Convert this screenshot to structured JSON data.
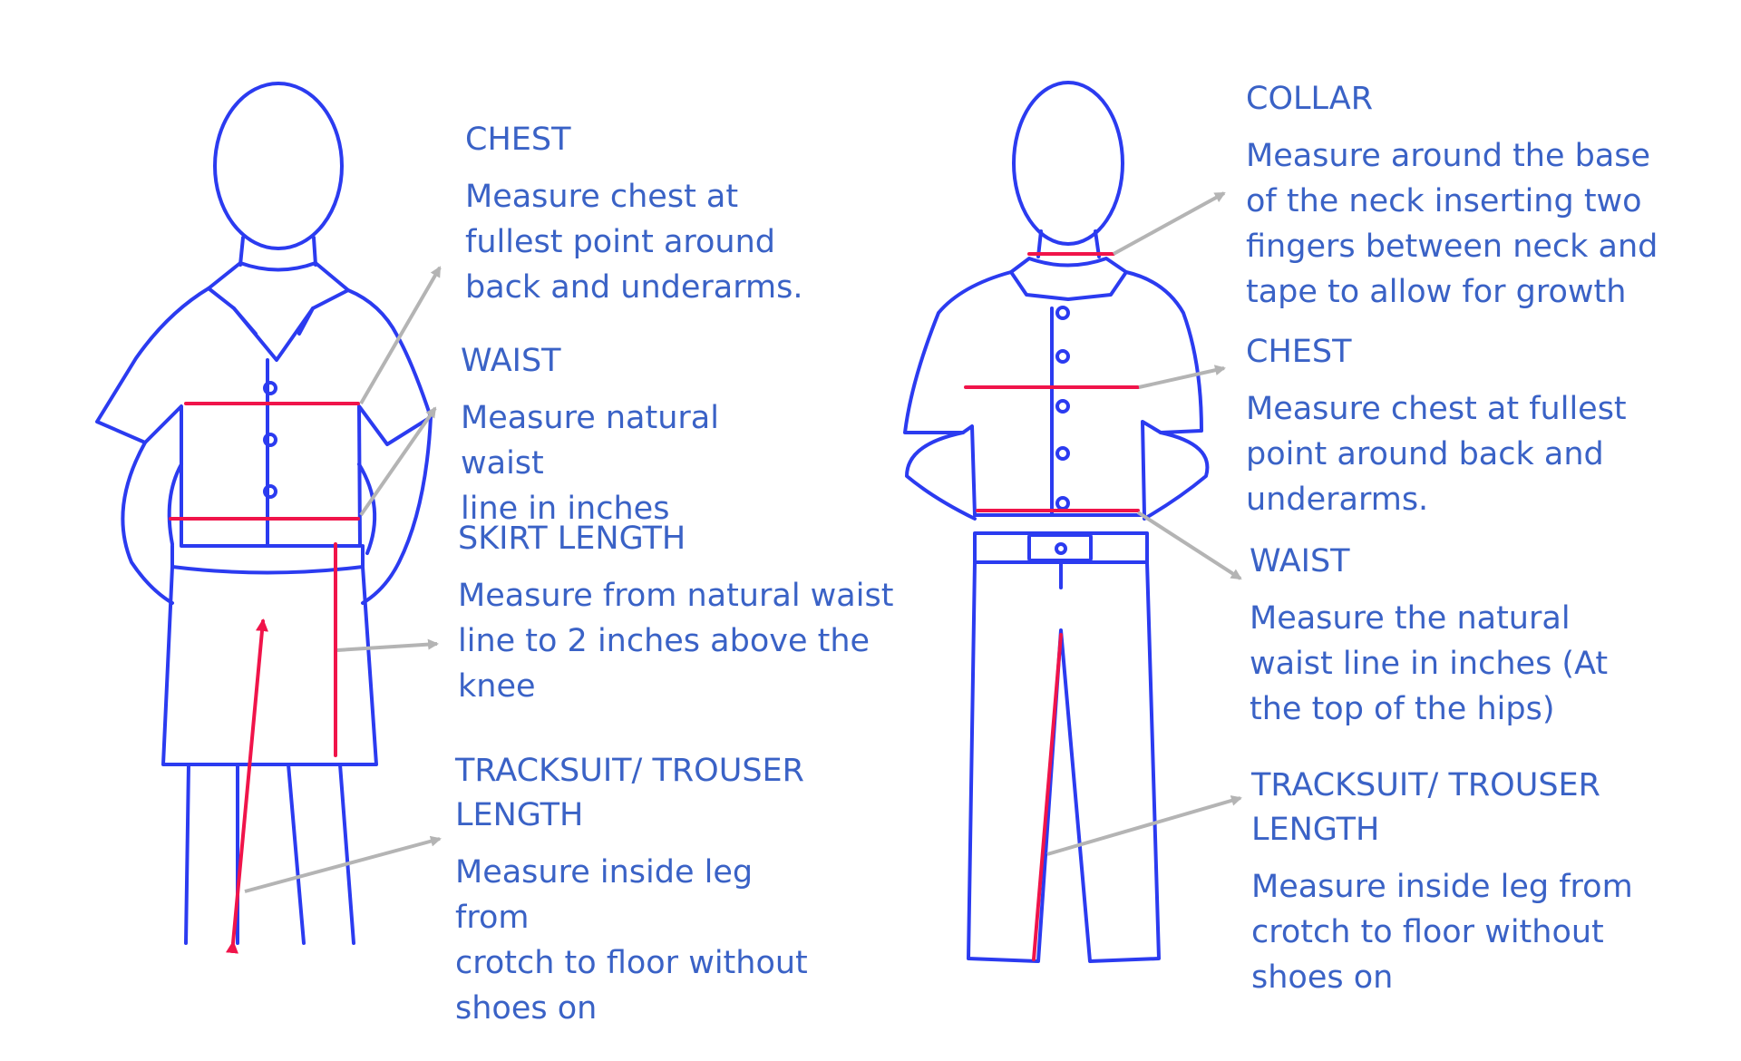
{
  "colors": {
    "figure_outline": "#2b3bf0",
    "measure_line": "#f0144a",
    "pointer_arrow": "#b4b4b4",
    "text": "#3a62c6",
    "background": "#ffffff"
  },
  "girl": {
    "chest": {
      "heading": "CHEST",
      "body": "Measure chest at\nfullest point around\nback and underarms."
    },
    "waist": {
      "heading": "WAIST",
      "body": "Measure natural waist\nline in inches"
    },
    "skirt_length": {
      "heading": "SKIRT LENGTH",
      "body": "Measure from natural waist\nline to 2 inches above the\nknee"
    },
    "trouser_length": {
      "heading": "TRACKSUIT/ TROUSER\nLENGTH",
      "body": "Measure inside leg from\ncrotch to floor without\nshoes on"
    }
  },
  "boy": {
    "collar": {
      "heading": "COLLAR",
      "body": "Measure around the base\nof the neck inserting two\nfingers between neck and\ntape to allow for growth"
    },
    "chest": {
      "heading": "CHEST",
      "body": "Measure chest at fullest\npoint around back and\nunderarms."
    },
    "waist": {
      "heading": "WAIST",
      "body": "Measure the natural\nwaist line in inches (At\nthe top of the hips)"
    },
    "trouser_length": {
      "heading": "TRACKSUIT/ TROUSER\nLENGTH",
      "body": "Measure inside leg from\ncrotch to floor without\nshoes on"
    }
  }
}
